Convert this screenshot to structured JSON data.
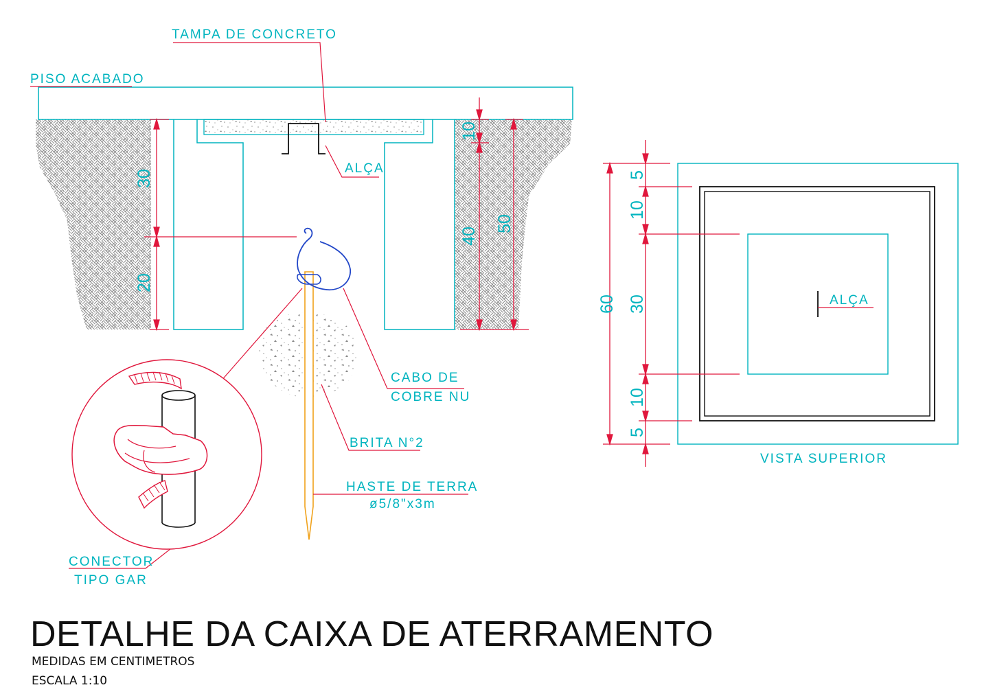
{
  "colors": {
    "cyan": "#00b4bf",
    "red": "#e0173c",
    "dark": "#111111",
    "rod": "#f0a21b",
    "hatch": "#8a8a8a"
  },
  "labels": {
    "tampa": "TAMPA DE CONCRETO",
    "piso": "PISO ACABADO",
    "alca": "ALÇA",
    "cabo_1": "CABO DE",
    "cabo_2": "COBRE NU",
    "brita": "BRITA N°2",
    "haste_1": "HASTE DE TERRA",
    "haste_2": "ø5/8\"x3m",
    "conector_1": "CONECTOR",
    "conector_2": "TIPO GAR",
    "vista": "VISTA SUPERIOR",
    "alca_top": "ALÇA"
  },
  "dimensions": {
    "left_30": "30",
    "left_20": "20",
    "right_10": "10",
    "right_40": "40",
    "right_50": "50",
    "top_60": "60",
    "top_5a": "5",
    "top_10a": "10",
    "top_30": "30",
    "top_10b": "10",
    "top_5b": "5"
  },
  "title": "DETALHE DA CAIXA DE ATERRAMENTO",
  "subtitle_1": "MEDIDAS EM CENTIMETROS",
  "subtitle_2": "ESCALA 1:10"
}
